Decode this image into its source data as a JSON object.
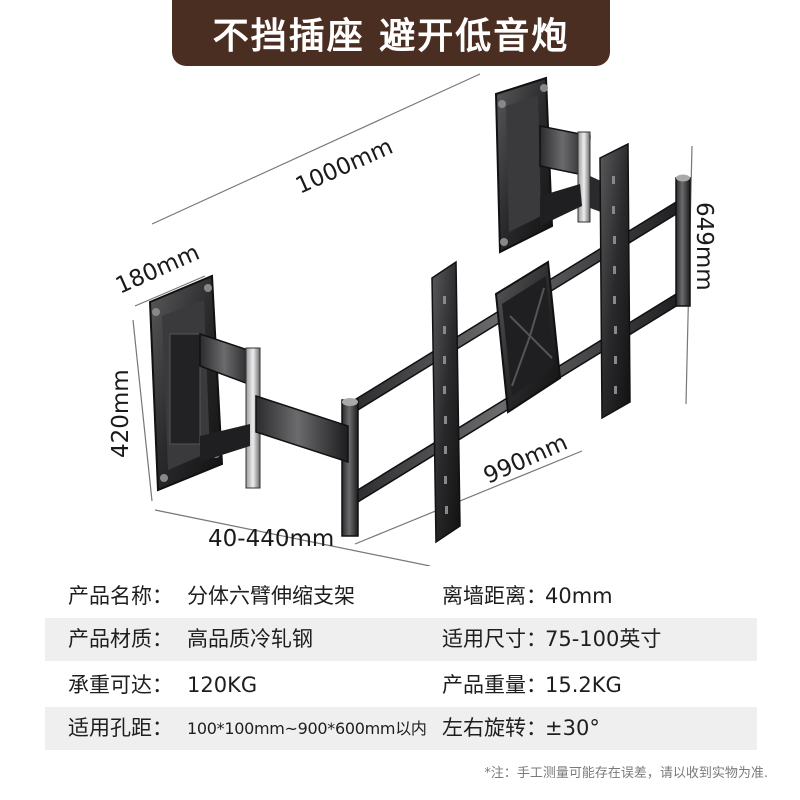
{
  "banner": {
    "title": "不挡插座 避开低音炮"
  },
  "dimensions": {
    "width_total": "1000mm",
    "plate_width": "180mm",
    "plate_height": "420mm",
    "depth": "40-440mm",
    "tv_rail": "990mm",
    "rail_height": "649mm"
  },
  "specs": [
    {
      "label1": "产品名称：",
      "value1": "分体六臂伸缩支架",
      "label2": "离墙距离：",
      "value2": "40mm"
    },
    {
      "label1": "产品材质：",
      "value1": "高品质冷轧钢",
      "label2": "适用尺寸：",
      "value2": "75-100英寸"
    },
    {
      "label1": "承重可达：",
      "value1": "120KG",
      "label2": "产品重量：",
      "value2": "15.2KG"
    },
    {
      "label1": "适用孔距：",
      "value1": "100*100mm~900*600mm以内",
      "label2": "左右旋转：",
      "value2": "±30°"
    }
  ],
  "note": "*注：手工测量可能存在误差，请以收到实物为准."
}
